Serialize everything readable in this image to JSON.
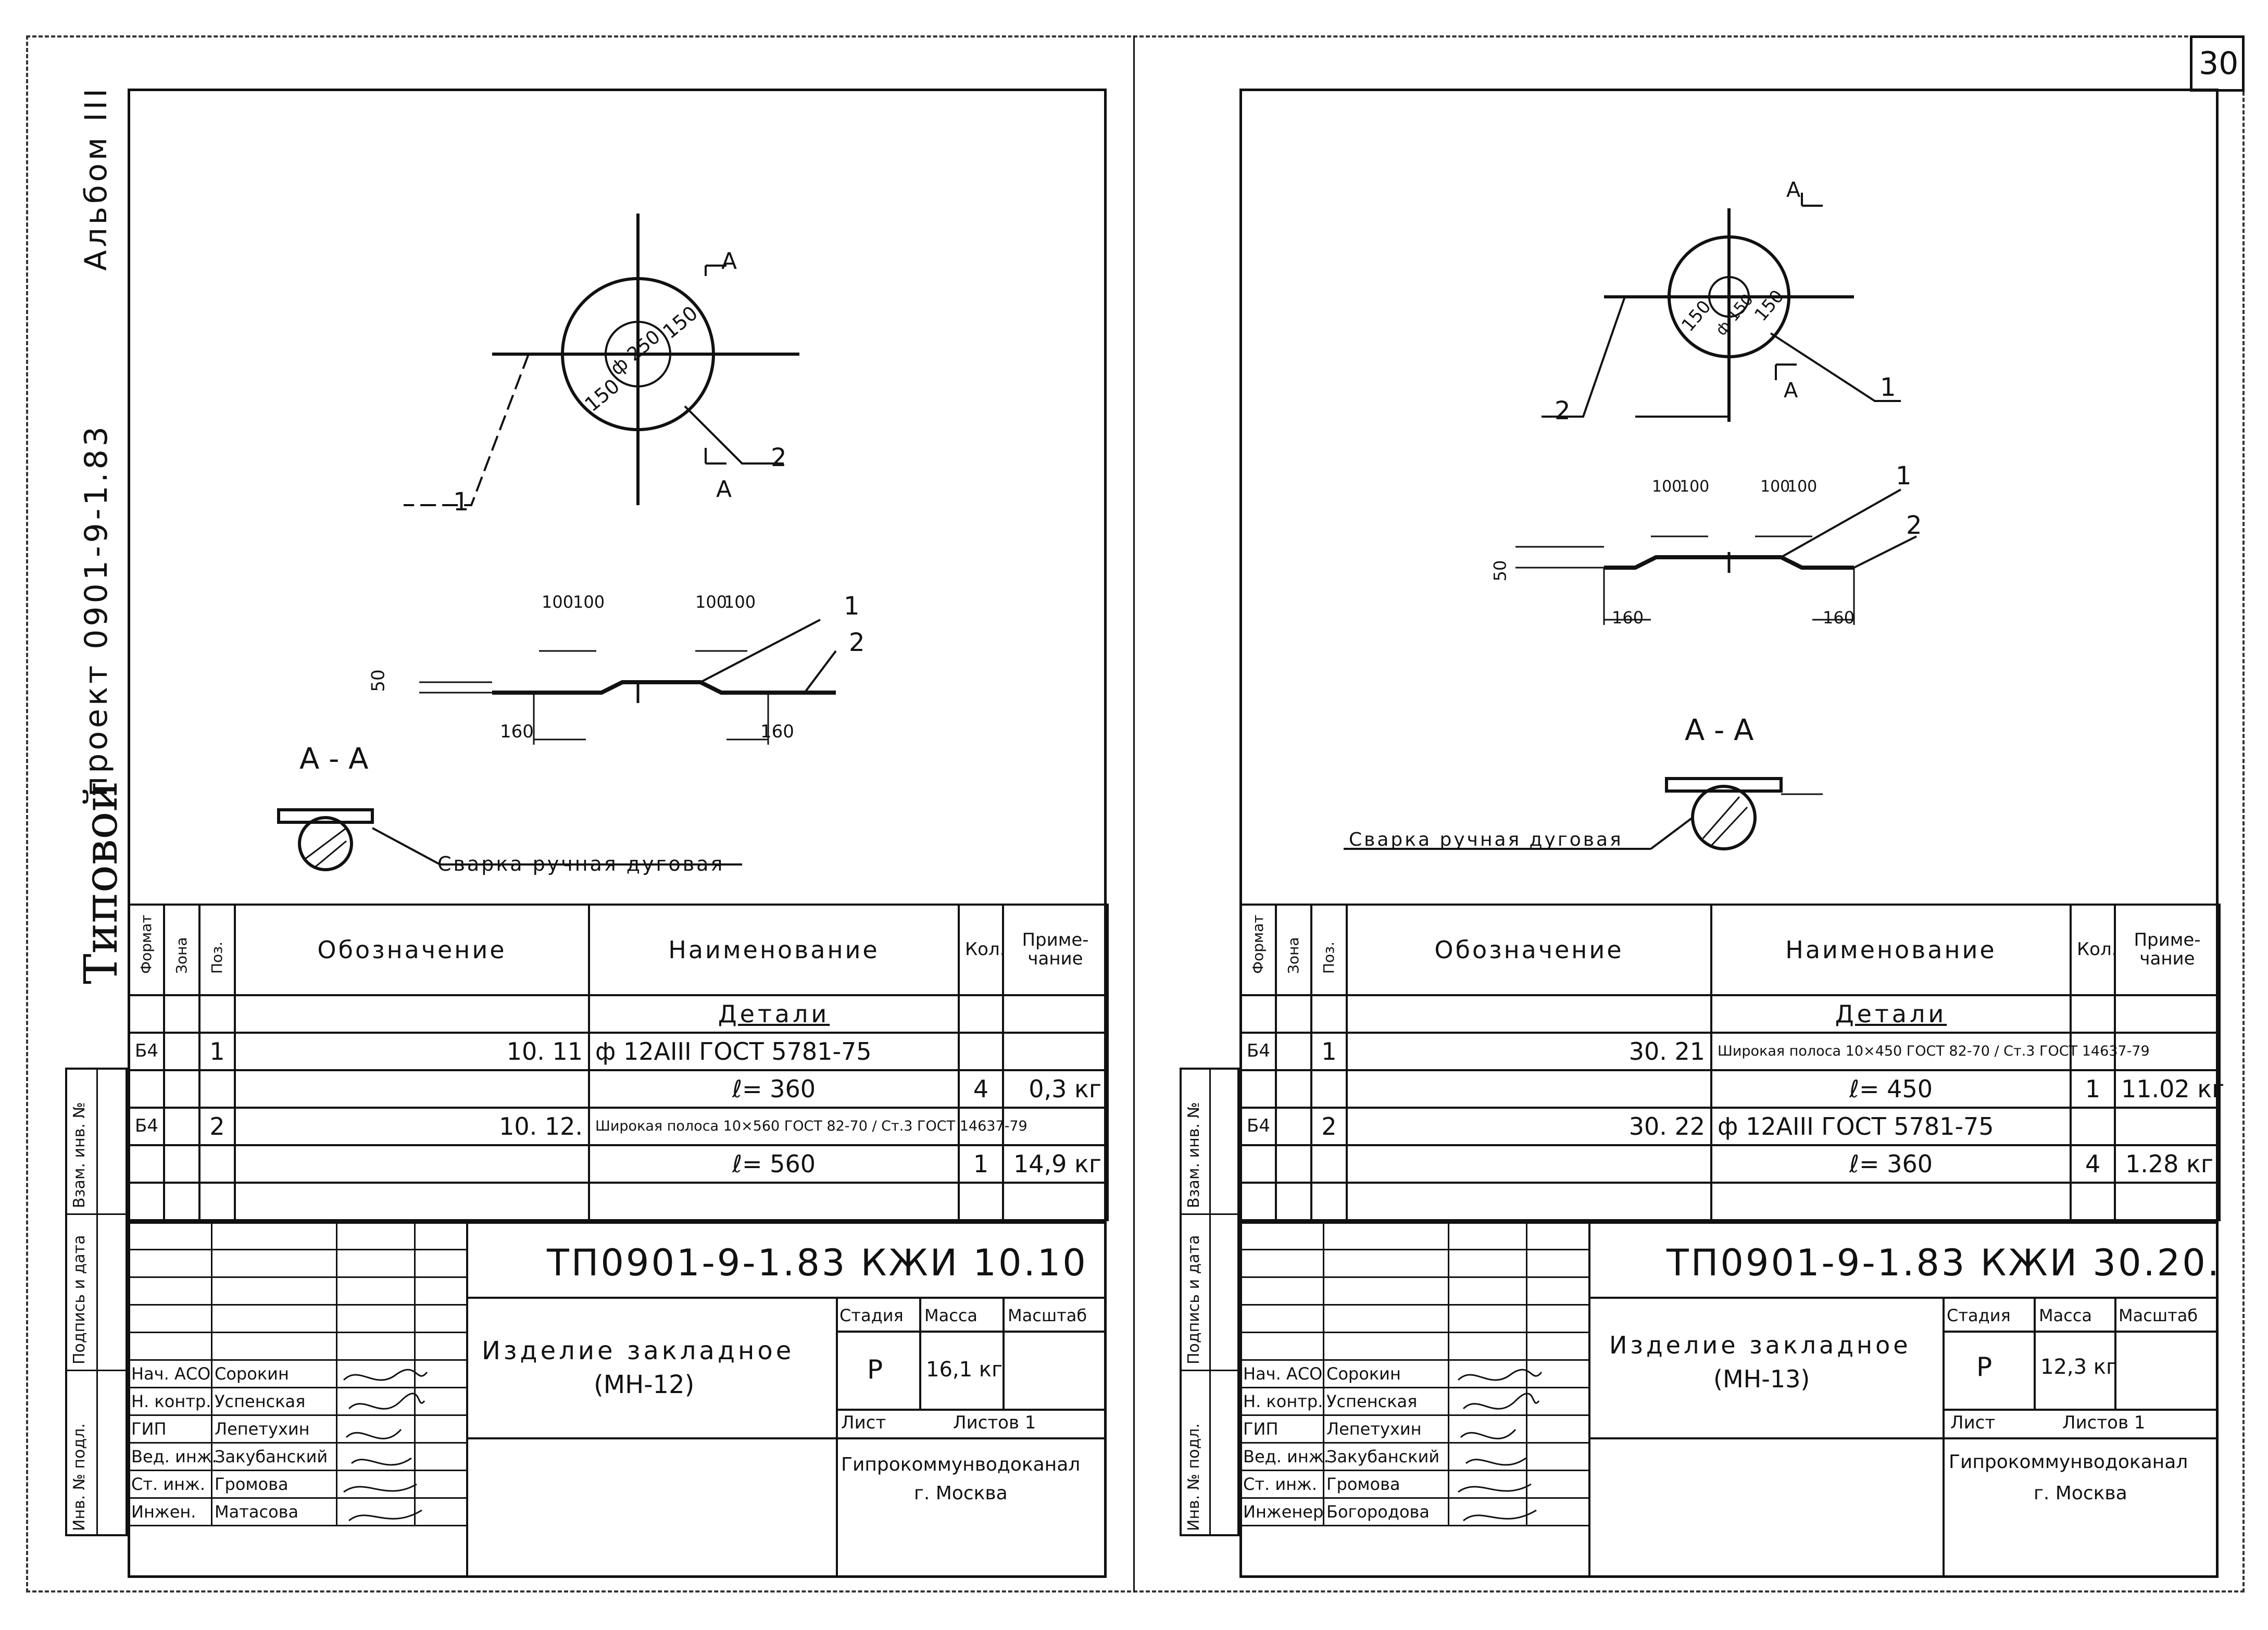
{
  "page_number": "30",
  "album": {
    "series": "Типовой",
    "project": "проект 0901-9-1.83",
    "album": "Альбом III"
  },
  "margin_labels": [
    "Инв. № подл.",
    "Подпись и дата",
    "Взам. инв. №"
  ],
  "sheets": [
    {
      "dims": {
        "d1": "150",
        "d2": "150",
        "dia": "ф 250",
        "d_top1": "100",
        "d_top2": "100",
        "d_top3": "100",
        "d_top4": "100",
        "h": "50",
        "b1": "160",
        "b2": "160"
      },
      "section_mark": "А",
      "section_title": "А - А",
      "leaders": [
        "1",
        "2",
        "1",
        "2"
      ],
      "weld_note": "Сварка ручная дуговая",
      "spec_headers": {
        "format": "Формат",
        "zone": "Зона",
        "pos": "Поз.",
        "designation": "Обозначение",
        "name": "Наименование",
        "qty": "Кол.",
        "note": "Приме-чание"
      },
      "spec_section": "Детали",
      "rows": [
        {
          "format": "Б4",
          "pos": "1",
          "designation": "10. 11",
          "name": "ф 12АIII   ГОСТ 5781-75",
          "qty": "",
          "note": ""
        },
        {
          "format": "",
          "pos": "",
          "designation": "",
          "name": "ℓ= 360",
          "qty": "4",
          "note": "0,3 кг"
        },
        {
          "format": "Б4",
          "pos": "2",
          "designation": "10. 12.",
          "name": "Широкая полоса  10×560 ГОСТ 82-70 / Ст.3 ГОСТ 14637-79",
          "qty": "",
          "note": ""
        },
        {
          "format": "",
          "pos": "",
          "designation": "",
          "name": "ℓ= 560",
          "qty": "1",
          "note": "14,9 кг"
        }
      ],
      "doc_code": "ТП0901-9-1.83   КЖИ  10.10",
      "title": "Изделие закладное",
      "title2": "(МН-12)",
      "stage_label": "Стадия",
      "mass_label": "Масса",
      "scale_label": "Масштаб",
      "stage": "Р",
      "mass": "16,1 кг",
      "sheet_label": "Лист",
      "sheets_label": "Листов 1",
      "org": "Гипрокоммунводоканал",
      "city": "г. Москва",
      "signers": [
        {
          "role": "Нач. АСО",
          "name": "Сорокин"
        },
        {
          "role": "Н. контр.",
          "name": "Успенская"
        },
        {
          "role": "ГИП",
          "name": "Лепетухин"
        },
        {
          "role": "Вед. инж.",
          "name": "Закубанский"
        },
        {
          "role": "Ст. инж.",
          "name": "Громова"
        },
        {
          "role": "Инжен.",
          "name": "Матасова"
        }
      ]
    },
    {
      "dims": {
        "d1": "150",
        "d2": "150",
        "dia": "ф 150",
        "d_top1": "100",
        "d_top2": "100",
        "d_top3": "100",
        "d_top4": "100",
        "h": "50",
        "b1": "160",
        "b2": "160"
      },
      "section_mark": "А",
      "section_title": "А - А",
      "leaders": [
        "2",
        "1",
        "1",
        "2"
      ],
      "weld_note": "Сварка ручная дуговая",
      "spec_headers": {
        "format": "Формат",
        "zone": "Зона",
        "pos": "Поз.",
        "designation": "Обозначение",
        "name": "Наименование",
        "qty": "Кол.",
        "note": "Приме-чание"
      },
      "spec_section": "Детали",
      "rows": [
        {
          "format": "Б4",
          "pos": "1",
          "designation": "30. 21",
          "name": "Широкая полоса  10×450 ГОСТ 82-70 / Ст.3 ГОСТ 14637-79",
          "qty": "",
          "note": ""
        },
        {
          "format": "",
          "pos": "",
          "designation": "",
          "name": "ℓ= 450",
          "qty": "1",
          "note": "11.02 кг"
        },
        {
          "format": "Б4",
          "pos": "2",
          "designation": "30. 22",
          "name": "ф 12АIII   ГОСТ 5781-75",
          "qty": "",
          "note": ""
        },
        {
          "format": "",
          "pos": "",
          "designation": "",
          "name": "ℓ= 360",
          "qty": "4",
          "note": "1.28 кг"
        }
      ],
      "doc_code": "ТП0901-9-1.83   КЖИ  30.20.",
      "title": "Изделие закладное",
      "title2": "(МН-13)",
      "stage_label": "Стадия",
      "mass_label": "Масса",
      "scale_label": "Масштаб",
      "stage": "Р",
      "mass": "12,3 кг",
      "sheet_label": "Лист",
      "sheets_label": "Листов 1",
      "org": "Гипрокоммунводоканал",
      "city": "г. Москва",
      "signers": [
        {
          "role": "Нач. АСО",
          "name": "Сорокин"
        },
        {
          "role": "Н. контр.",
          "name": "Успенская"
        },
        {
          "role": "ГИП",
          "name": "Лепетухин"
        },
        {
          "role": "Вед. инж.",
          "name": "Закубанский"
        },
        {
          "role": "Ст. инж.",
          "name": "Громова"
        },
        {
          "role": "Инженер",
          "name": "Богородова"
        }
      ]
    }
  ]
}
